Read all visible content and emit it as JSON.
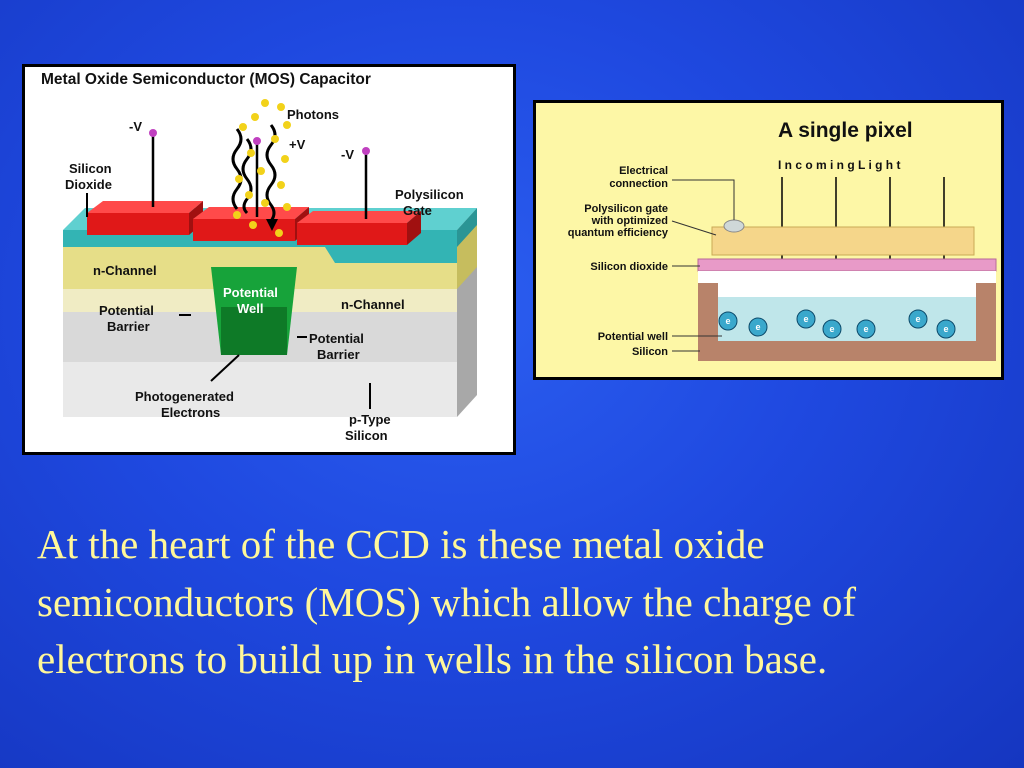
{
  "mos": {
    "title": "Metal Oxide Semiconductor (MOS) Capacitor",
    "photons": "Photons",
    "neg_v_left": "-V",
    "pos_v": "+V",
    "neg_v_right": "-V",
    "silicon_dioxide_1": "Silicon",
    "silicon_dioxide_2": "Dioxide",
    "polysilicon_gate_1": "Polysilicon",
    "polysilicon_gate_2": "Gate",
    "n_channel_left": "n-Channel",
    "n_channel_right": "n-Channel",
    "potential_well_1": "Potential",
    "potential_well_2": "Well",
    "potential_barrier_left_1": "Potential",
    "potential_barrier_left_2": "Barrier",
    "potential_barrier_right_1": "Potential",
    "potential_barrier_right_2": "Barrier",
    "photogenerated_1": "Photogenerated",
    "photogenerated_2": "Electrons",
    "ptype_1": "p-Type",
    "ptype_2": "Silicon"
  },
  "pixel": {
    "title": "A single pixel",
    "incoming_light": "I n c o m i n g   L i g h t",
    "electrical_1": "Electrical",
    "electrical_2": "connection",
    "poly_1": "Polysilicon gate",
    "poly_2": "with optimized",
    "poly_3": "quantum efficiency",
    "silicon_dioxide": "Silicon dioxide",
    "potential_well": "Potential well",
    "silicon": "Silicon",
    "electron_label": "e"
  },
  "caption": "At the heart of the CCD is these metal oxide semiconductors (MOS) which allow the charge of electrons to build up in wells in the silicon base.",
  "colors": {
    "background": "#1f49e0",
    "caption_text": "#fff79a",
    "gate_red": "#e01818",
    "oxide_teal": "#33b4b4",
    "channel_yellow": "#e6de88",
    "well_green": "#17a33a",
    "pixel_bg": "#fdf7a6"
  }
}
